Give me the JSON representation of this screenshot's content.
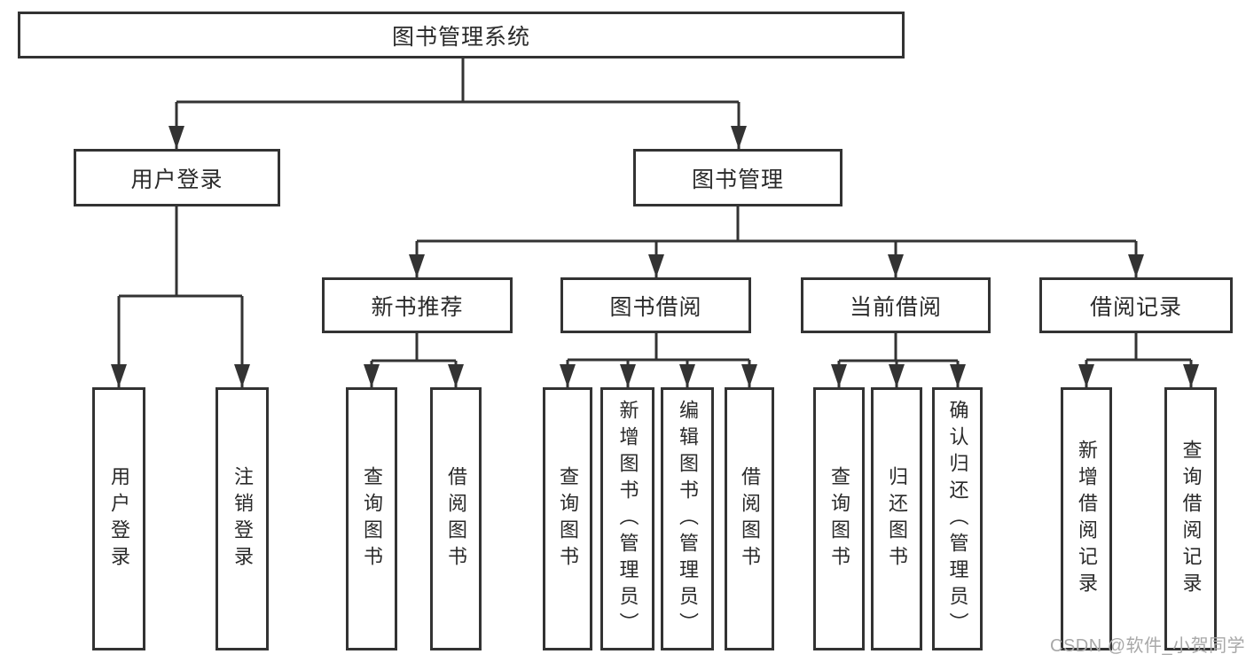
{
  "tree": {
    "root": {
      "label": "图书管理系统"
    },
    "branches": [
      {
        "label": "用户登录",
        "children": [
          {
            "label": "用户登录"
          },
          {
            "label": "注销登录"
          }
        ]
      },
      {
        "label": "图书管理",
        "children": [
          {
            "label": "新书推荐",
            "children": [
              {
                "label": "查询图书"
              },
              {
                "label": "借阅图书"
              }
            ]
          },
          {
            "label": "图书借阅",
            "children": [
              {
                "label": "查询图书"
              },
              {
                "label": "新增图书（管理员）"
              },
              {
                "label": "编辑图书（管理员）"
              },
              {
                "label": "借阅图书"
              }
            ]
          },
          {
            "label": "当前借阅",
            "children": [
              {
                "label": "查询图书"
              },
              {
                "label": "归还图书"
              },
              {
                "label": "确认归还（管理员）"
              }
            ]
          },
          {
            "label": "借阅记录",
            "children": [
              {
                "label": "新增借阅记录"
              },
              {
                "label": "查询借阅记录"
              }
            ]
          }
        ]
      }
    ]
  },
  "watermark": {
    "text": "CSDN @软件_小贺同学"
  },
  "colors": {
    "line": "#333333",
    "text": "#2a2a2a",
    "watermark": "#a8a8a8",
    "background": "#ffffff"
  }
}
